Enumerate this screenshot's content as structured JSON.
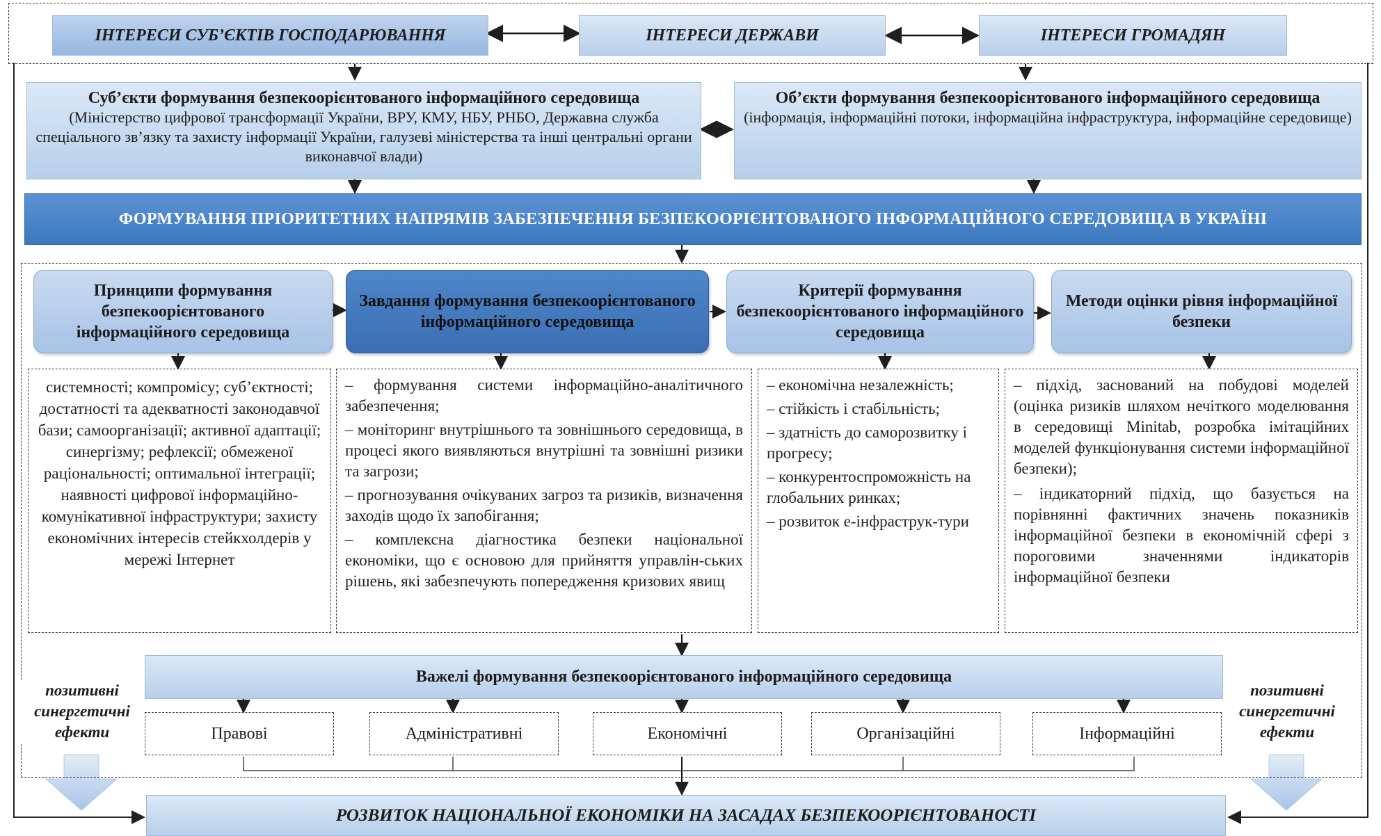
{
  "interests": {
    "business": "ІНТЕРЕСИ СУБ’ЄКТІВ ГОСПОДАРЮВАННЯ",
    "state": "ІНТЕРЕСИ ДЕРЖАВИ",
    "citizens": "ІНТЕРЕСИ ГРОМАДЯН"
  },
  "subjects": {
    "title": "Суб’єкти формування безпекоорієнтованого інформаційного середовища",
    "body": "(Міністерство цифрової трансформації України, ВРУ, КМУ, НБУ, РНБО, Державна служба спеціального зв’язку та захисту інформації України, галузеві міністерства та інші центральні органи виконавчої влади)"
  },
  "objects": {
    "title": "Об’єкти формування безпекоорієнтованого інформаційного середовища",
    "body": "(інформація, інформаційні потоки, інформаційна інфраструктура, інформаційне середовище)"
  },
  "priority_banner": "ФОРМУВАННЯ ПРІОРИТЕТНИХ НАПРЯМІВ ЗАБЕЗПЕЧЕННЯ БЕЗПЕКООРІЄНТОВАНОГО ІНФОРМАЦІЙНОГО СЕРЕДОВИЩА В УКРАЇНІ",
  "columns": [
    {
      "title": "Принципи формування безпекоорієнтованого інформаційного середовища",
      "body": "системності; компромісу; суб’єктності; достатності та адекватності законодавчої бази; самоорганізації; активної адаптації; синергізму; рефлексії; обмеженої раціональності; оптимальної інтеграції; наявності цифрової інформаційно-комунікативної інфраструктури; захисту економічних інтересів стейкхолдерів у мережі Інтернет"
    },
    {
      "title": "Завдання формування безпекоорієнтованого інформаційного середовища",
      "items": [
        "– формування системи інформаційно-аналітичного забезпечення;",
        "– моніторинг внутрішнього та зовнішнього середовища, в процесі якого виявляються внутрішні та зовнішні ризики та загрози;",
        "– прогнозування очікуваних загроз та ризиків, визначення заходів щодо їх запобігання;",
        "– комплексна діагностика безпеки національної економіки, що є основою для прийняття управлін-ських рішень, які забезпечують попередження кризових явищ"
      ]
    },
    {
      "title": "Критерії формування безпекоорієнтованого інформаційного середовища",
      "items": [
        "– економічна незалежність;",
        "– стійкість і стабільність;",
        "– здатність до саморозвитку і прогресу;",
        "– конкурентоспроможність на глобальних ринках;",
        "– розвиток е-інфраструк-тури"
      ]
    },
    {
      "title": "Методи оцінки рівня інформаційної безпеки",
      "items": [
        "– підхід, заснований на побудові моделей (оцінка ризиків шляхом нечіткого моделювання в середовищі Minitab, розробка імітаційних моделей функціонування системи інформаційної безпеки);",
        "– індикаторний підхід, що базується на порівнянні фактичних значень показників інформаційної безпеки в економічній сфері з пороговими значеннями індикаторів інформаційної безпеки"
      ]
    }
  ],
  "levers": {
    "title": "Важелі формування безпекоорієнтованого інформаційного середовища",
    "items": [
      "Правові",
      "Адміністративні",
      "Економічні",
      "Організаційні",
      "Інформаційні"
    ]
  },
  "effects_left": "позитивні синергетичні ефекти",
  "effects_right": "позитивні синергетичні ефекти",
  "result": "РОЗВИТОК НАЦІОНАЛЬНОЇ ЕКОНОМІКИ НА ЗАСАДАХ БЕЗПЕКООРІЄНТОВАНОСТІ",
  "colors": {
    "box_light": "#c9daf0",
    "box_dark": "#3c78c0",
    "outline": "#3a3a3a"
  }
}
